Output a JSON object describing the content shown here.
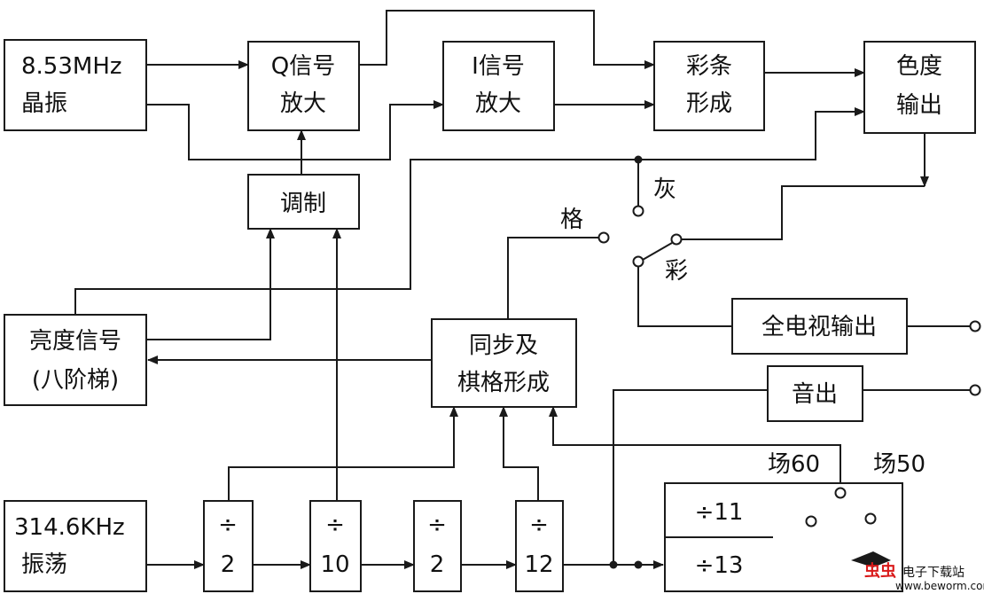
{
  "blocks": {
    "osc_853": [
      "8.53MHz",
      "晶振"
    ],
    "q_amp": [
      "Q信号",
      "放大"
    ],
    "i_amp": [
      "I信号",
      "放大"
    ],
    "color_bar": [
      "彩条",
      "形成"
    ],
    "chroma_out": [
      "色度",
      "输出"
    ],
    "modulator": [
      "调制"
    ],
    "luma": [
      "亮度信号",
      "(八阶梯)"
    ],
    "sync_grid": [
      "同步及",
      "棋格形成"
    ],
    "tv_out": [
      "全电视输出"
    ],
    "audio_out": [
      "音出"
    ],
    "osc_3146": [
      "314.6KHz",
      "振荡"
    ],
    "div2a": [
      "÷",
      "2"
    ],
    "div10": [
      "÷",
      "10"
    ],
    "div2b": [
      "÷",
      "2"
    ],
    "div12": [
      "÷",
      "12"
    ],
    "div11": [
      "÷11"
    ],
    "div13": [
      "÷13"
    ]
  },
  "switch_labels": {
    "gray": "灰",
    "grid": "格",
    "color": "彩",
    "field60": "场60",
    "field50": "场50"
  },
  "watermark": {
    "brand": "虫虫",
    "site": "电子下载站",
    "url": "www.beworm.com"
  }
}
